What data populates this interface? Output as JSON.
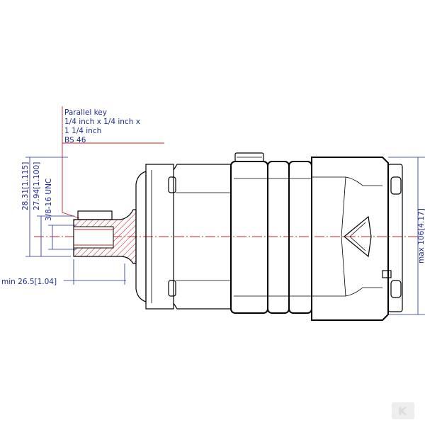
{
  "note": {
    "lines": [
      "Parallel key",
      "1/4 inch x 1/4 inch x",
      "1 1/4 inch",
      "BS 46"
    ]
  },
  "dimensions": {
    "dim_a": "28.31[1.115]",
    "dim_b": "27.94[1.100]",
    "thread": "3/8-16 UNC",
    "min_length": "min 26.5[1.04]",
    "max_height": "max 106[4.17]"
  },
  "logo": {
    "text": "K"
  },
  "colors": {
    "dimension": "#1b2a9a",
    "section": "#d0201f",
    "outline": "#000000"
  }
}
